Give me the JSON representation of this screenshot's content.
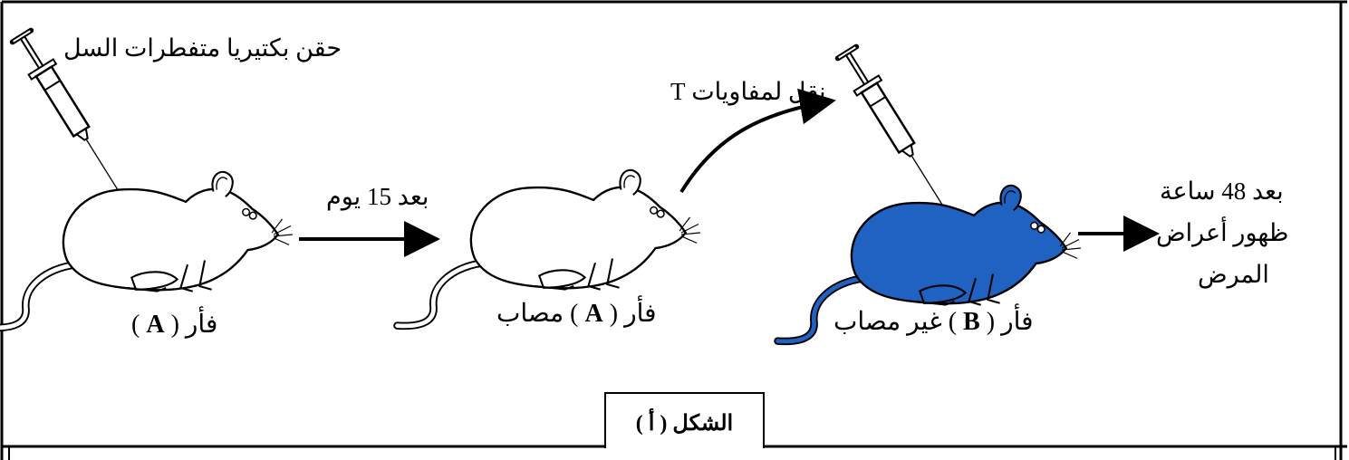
{
  "figure": {
    "title": "الشكل ( أ )",
    "step1": {
      "injection_label": "حقن بكتيريا متفطرات السل",
      "mouse_word": "فأر",
      "mouse_letter": "A",
      "status": ""
    },
    "arrow1_label": "بعد 15 يوم",
    "step2": {
      "mouse_word": "فأر",
      "mouse_letter": "A",
      "status": "مصاب"
    },
    "transfer_label": "نقل لمفاويات T",
    "step3": {
      "mouse_word": "فأر",
      "mouse_letter": "B",
      "status": "غير مصاب"
    },
    "result": {
      "line1": "بعد 48 ساعة",
      "line2": "ظهور أعراض",
      "line3": "المرض"
    }
  },
  "colors": {
    "healthy_mouse_fill": "#ffffff",
    "recipient_mouse_fill": "#1f62c1",
    "stroke": "#000000"
  }
}
